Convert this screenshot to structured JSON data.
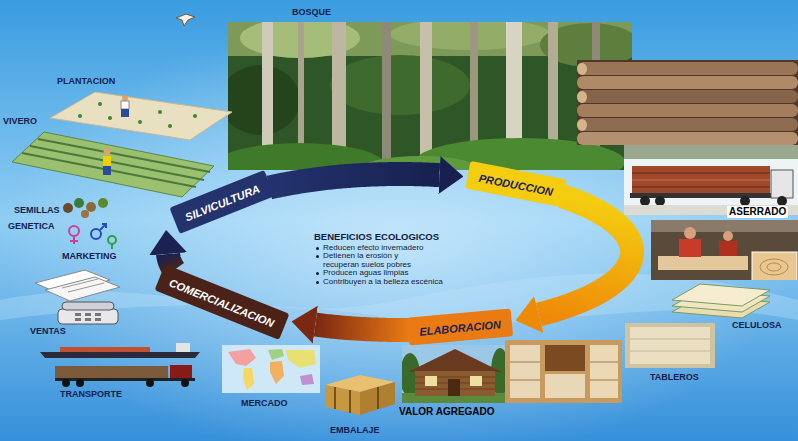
{
  "diagram": {
    "nodes": [
      {
        "text": [
          "SILVICULTURA"
        ]
      },
      {
        "text": [
          "PRODUCCION"
        ]
      },
      {
        "text": [
          "ELABORACION"
        ]
      },
      {
        "text": [
          "COMERCIALIZACION"
        ]
      }
    ],
    "edges": [
      {
        "from": 0,
        "to": 1,
        "arrow": "to"
      },
      {
        "from": 1,
        "to": 2,
        "arrow": "to"
      },
      {
        "from": 2,
        "to": 3,
        "arrow": "to"
      },
      {
        "from": 3,
        "to": 0,
        "arrow": "to"
      }
    ],
    "labels": [
      "BOSQUE",
      "PLANTACION",
      "VIVERO",
      "SEMILLAS",
      "GENETICA",
      "MARKETING",
      "VENTAS",
      "TRANSPORTE",
      "MERCADO",
      "EMBALAJE",
      "VALOR AGREGADO",
      "TABLEROS",
      "CELULOSA",
      "ASERRADO",
      "BENEFICIOS ECOLOGICOS",
      "Reducen efecto invernadero",
      "Detienen la erosión y recuperan suelos pobres",
      "Producen aguas limpias",
      "Contribuyen a la belleza escénica"
    ]
  }
}
